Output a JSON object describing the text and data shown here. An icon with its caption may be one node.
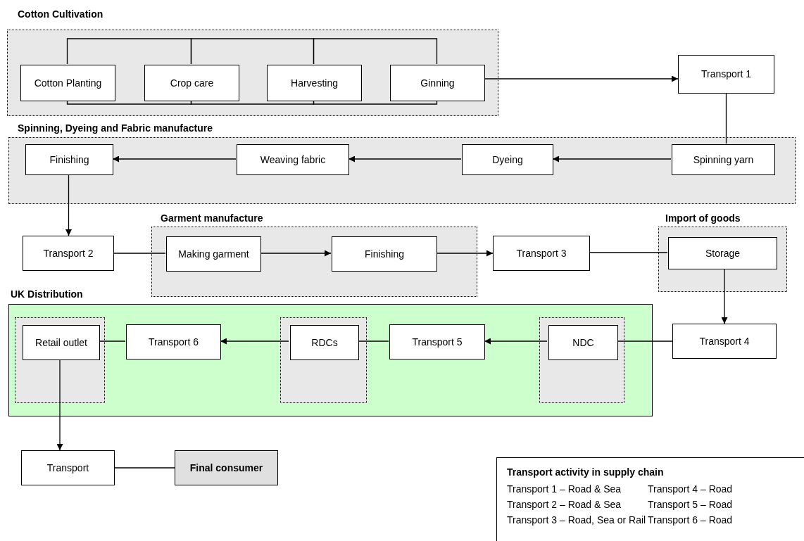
{
  "diagram": {
    "nodes": [
      {
        "text": [
          "Cotton Cultivation"
        ]
      },
      {
        "text": [
          "Cotton Planting"
        ],
        "in": 0
      },
      {
        "text": [
          "Crop care"
        ],
        "in": 0
      },
      {
        "text": [
          "Harvesting"
        ],
        "in": 0
      },
      {
        "text": [
          "Ginning"
        ],
        "in": 0
      },
      {
        "text": [
          "Transport 1"
        ]
      },
      {
        "text": [
          "Spinning, Dyeing and Fabric manufacture"
        ]
      },
      {
        "text": [
          "Finishing"
        ],
        "in": 6
      },
      {
        "text": [
          "Weaving fabric"
        ],
        "in": 6
      },
      {
        "text": [
          "Dyeing"
        ],
        "in": 6
      },
      {
        "text": [
          "Spinning yarn"
        ],
        "in": 6
      },
      {
        "text": [
          "Transport 2"
        ]
      },
      {
        "text": [
          "Garment manufacture"
        ]
      },
      {
        "text": [
          "Making garment"
        ],
        "in": 12
      },
      {
        "text": [
          "Finishing"
        ],
        "in": 12
      },
      {
        "text": [
          "Transport 3"
        ]
      },
      {
        "text": [
          "Import of goods"
        ]
      },
      {
        "text": [
          "Storage"
        ],
        "in": 16
      },
      {
        "text": [
          "UK Distribution"
        ]
      },
      {
        "text": [],
        "shape": "box",
        "in": 18
      },
      {
        "text": [
          "Retail outlet"
        ],
        "in": 19
      },
      {
        "text": [
          "Transport 6"
        ],
        "in": 18
      },
      {
        "text": [],
        "shape": "box",
        "in": 18
      },
      {
        "text": [
          "RDCs"
        ],
        "in": 22
      },
      {
        "text": [
          "Transport 5"
        ],
        "in": 18
      },
      {
        "text": [],
        "shape": "box",
        "in": 18
      },
      {
        "text": [
          "NDC"
        ],
        "in": 25
      },
      {
        "text": [
          "Transport 4"
        ]
      },
      {
        "text": [
          "Transport"
        ]
      },
      {
        "text": [
          "Final consumer"
        ]
      }
    ],
    "edges": [
      {
        "from": 1,
        "to": 2,
        "arrow": "none"
      },
      {
        "from": 2,
        "to": 3,
        "arrow": "none"
      },
      {
        "from": 3,
        "to": 4,
        "arrow": "none"
      },
      {
        "from": 4,
        "to": 5,
        "arrow": "to"
      },
      {
        "from": 5,
        "to": 10,
        "arrow": "none"
      },
      {
        "from": 10,
        "to": 9,
        "arrow": "to"
      },
      {
        "from": 9,
        "to": 8,
        "arrow": "to"
      },
      {
        "from": 8,
        "to": 7,
        "arrow": "to"
      },
      {
        "from": 7,
        "to": 11,
        "arrow": "to"
      },
      {
        "from": 11,
        "to": 13,
        "arrow": "none"
      },
      {
        "from": 13,
        "to": 14,
        "arrow": "to"
      },
      {
        "from": 14,
        "to": 15,
        "arrow": "to"
      },
      {
        "from": 15,
        "to": 17,
        "arrow": "none"
      },
      {
        "from": 17,
        "to": 27,
        "arrow": "to"
      },
      {
        "from": 27,
        "to": 26,
        "arrow": "none"
      },
      {
        "from": 26,
        "to": 24,
        "arrow": "to"
      },
      {
        "from": 24,
        "to": 23,
        "arrow": "none"
      },
      {
        "from": 23,
        "to": 21,
        "arrow": "to"
      },
      {
        "from": 21,
        "to": 20,
        "arrow": "none"
      },
      {
        "from": 20,
        "to": 28,
        "arrow": "to"
      },
      {
        "from": 28,
        "to": 29,
        "arrow": "none"
      }
    ],
    "labels": [
      "Transport activity in supply chain",
      "Transport 1 – Road & Sea",
      "Transport 4 – Road",
      "Transport 2 – Road & Sea",
      "Transport 5 – Road",
      "Transport 3 – Road, Sea or Rail",
      "Transport 6 – Road"
    ]
  }
}
